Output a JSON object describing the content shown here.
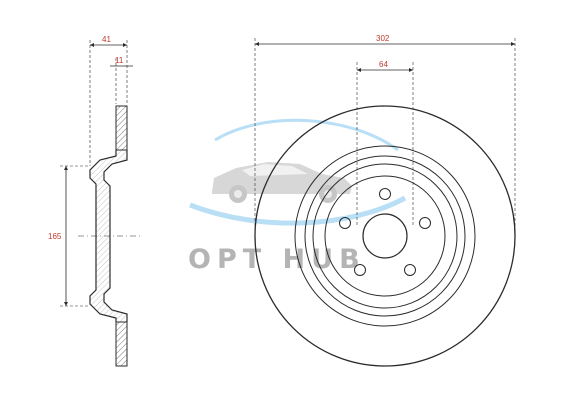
{
  "dimensions": {
    "hub_thickness": "41",
    "disc_thickness": "11",
    "height": "165",
    "diameter": "302",
    "center_bore": "64"
  },
  "watermark": {
    "text": "OPT HUB"
  },
  "colors": {
    "line": "#2b2b2b",
    "dimension_text": "#c0392b",
    "watermark_blue": "#7ec4ec",
    "watermark_gray": "#9c9c9c"
  }
}
